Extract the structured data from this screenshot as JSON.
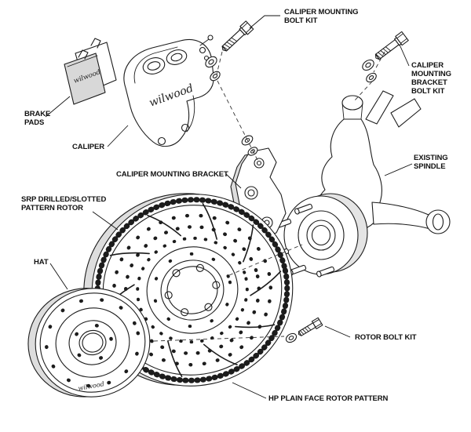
{
  "labels": {
    "caliper_mounting_bolt_kit": "CALIPER MOUNTING\nBOLT KIT",
    "caliper_mounting_bracket_bolt_kit": "CALIPER\nMOUNTING\nBRACKET\nBOLT KIT",
    "brake_pads": "BRAKE\nPADS",
    "caliper": "CALIPER",
    "caliper_mounting_bracket": "CALIPER MOUNTING BRACKET",
    "existing_spindle": "EXISTING\nSPINDLE",
    "srp_rotor": "SRP DRILLED/SLOTTED\nPATTERN ROTOR",
    "hat": "HAT",
    "rotor_bolt_kit": "ROTOR BOLT KIT",
    "hp_rotor": "HP PLAIN FACE ROTOR PATTERN"
  },
  "brand": {
    "logo_text": "wilwood"
  },
  "colors": {
    "line": "#1c1c1c",
    "paper": "#ffffff",
    "side_shade": "#dddddd",
    "pad_friction": "#d8d8d8"
  }
}
